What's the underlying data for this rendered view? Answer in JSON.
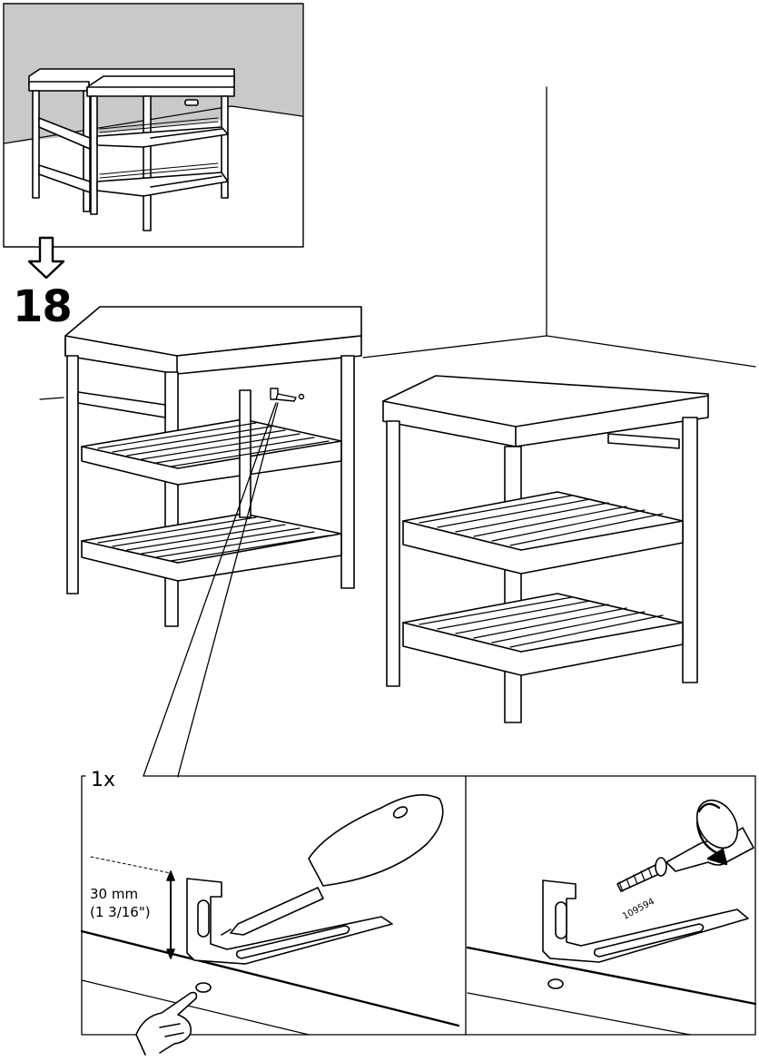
{
  "step": {
    "number": "18"
  },
  "detail": {
    "quantity": "1x",
    "dimension_metric": "30 mm",
    "dimension_imperial": "(1 3/16\")",
    "part_number": "109594"
  },
  "icons": [
    "arrow-down-icon",
    "pointing-hand-icon",
    "rotate-arrow-icon",
    "screwdriver-icon",
    "screw-icon",
    "bracket-icon"
  ]
}
